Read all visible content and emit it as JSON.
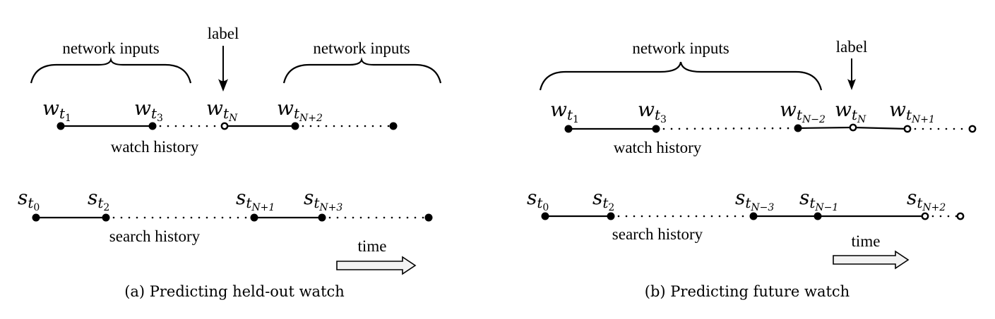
{
  "panels": [
    {
      "id": "a",
      "caption": "(a) Predicting held-out watch",
      "braces": [
        {
          "label": "network inputs"
        },
        {
          "label": "network inputs"
        }
      ],
      "label_arrow": {
        "text": "label"
      },
      "watch": {
        "track_label": "watch history",
        "nodes": [
          {
            "base": "w",
            "sub": "t",
            "subsub": "1",
            "filled": true
          },
          {
            "base": "w",
            "sub": "t",
            "subsub": "3",
            "filled": true
          },
          {
            "base": "w",
            "sub": "t",
            "subsub": "N",
            "filled": false
          },
          {
            "base": "w",
            "sub": "t",
            "subsub": "N+2",
            "filled": true
          },
          {
            "base": "",
            "sub": "",
            "subsub": "",
            "filled": true
          }
        ],
        "segments": [
          "solid",
          "dotted",
          "solid",
          "dotted"
        ]
      },
      "search": {
        "track_label": "search history",
        "nodes": [
          {
            "base": "s",
            "sub": "t",
            "subsub": "0",
            "filled": true
          },
          {
            "base": "s",
            "sub": "t",
            "subsub": "2",
            "filled": true
          },
          {
            "base": "s",
            "sub": "t",
            "subsub": "N+1",
            "filled": true
          },
          {
            "base": "s",
            "sub": "t",
            "subsub": "N+3",
            "filled": true
          },
          {
            "base": "",
            "sub": "",
            "subsub": "",
            "filled": true
          }
        ],
        "segments": [
          "solid",
          "dotted",
          "solid",
          "dotted"
        ]
      },
      "time_label": "time"
    },
    {
      "id": "b",
      "caption": "(b) Predicting future watch",
      "braces": [
        {
          "label": "network inputs"
        }
      ],
      "label_arrow": {
        "text": "label"
      },
      "watch": {
        "track_label": "watch history",
        "nodes": [
          {
            "base": "w",
            "sub": "t",
            "subsub": "1",
            "filled": true
          },
          {
            "base": "w",
            "sub": "t",
            "subsub": "3",
            "filled": true
          },
          {
            "base": "w",
            "sub": "t",
            "subsub": "N−2",
            "filled": true
          },
          {
            "base": "w",
            "sub": "t",
            "subsub": "N",
            "filled": false
          },
          {
            "base": "w",
            "sub": "t",
            "subsub": "N+1",
            "filled": false
          },
          {
            "base": "",
            "sub": "",
            "subsub": "",
            "filled": false
          }
        ],
        "segments": [
          "solid",
          "dotted",
          "solid",
          "solid",
          "dotted"
        ]
      },
      "search": {
        "track_label": "search history",
        "nodes": [
          {
            "base": "s",
            "sub": "t",
            "subsub": "0",
            "filled": true
          },
          {
            "base": "s",
            "sub": "t",
            "subsub": "2",
            "filled": true
          },
          {
            "base": "s",
            "sub": "t",
            "subsub": "N−3",
            "filled": true
          },
          {
            "base": "s",
            "sub": "t",
            "subsub": "N−1",
            "filled": true
          },
          {
            "base": "s",
            "sub": "t",
            "subsub": "N+2",
            "filled": false
          },
          {
            "base": "",
            "sub": "",
            "subsub": "",
            "filled": false
          }
        ],
        "segments": [
          "solid",
          "dotted",
          "solid",
          "solid",
          "dotted"
        ]
      },
      "time_label": "time"
    }
  ]
}
